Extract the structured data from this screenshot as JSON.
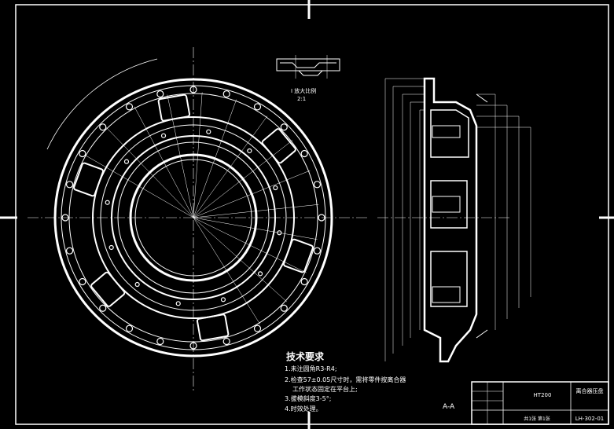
{
  "drawing": {
    "section_label": "A-A",
    "detail_view": {
      "caption": "I 放大比例",
      "scale": "2:1"
    },
    "tech_requirements": {
      "title": "技术要求",
      "items": [
        "1.未注圆角R3-R4;",
        "2.检查57±0.05尺寸时，需将零件按离合器",
        "工作状态固定在平台上;",
        "3.拔模斜度3-5°;",
        "4.时效处理。"
      ]
    },
    "title_block": {
      "material": "HT200",
      "part_name": "离合器压盘",
      "drawing_no": "LH-302-01",
      "sheet": "共1张 第1张"
    }
  },
  "colors": {
    "background": "#000000",
    "line": "#ffffff"
  }
}
